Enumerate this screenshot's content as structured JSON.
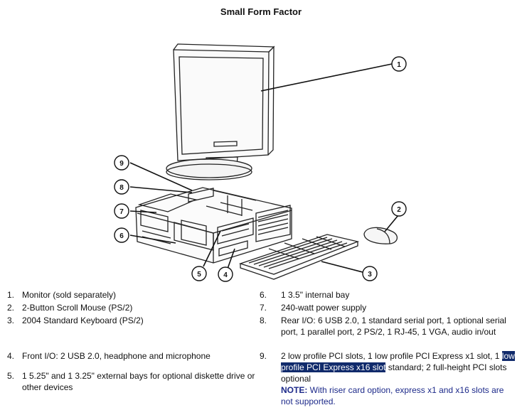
{
  "title": "Small Form Factor",
  "callouts": [
    "1",
    "2",
    "3",
    "4",
    "5",
    "6",
    "7",
    "8",
    "9"
  ],
  "items_left": [
    {
      "num": "1.",
      "text": "Monitor (sold separately)"
    },
    {
      "num": "2.",
      "text": "2-Button Scroll Mouse (PS/2)"
    },
    {
      "num": "3.",
      "text": "2004 Standard Keyboard (PS/2)"
    },
    {
      "num": "4.",
      "text": "Front I/O: 2 USB 2.0, headphone and microphone"
    },
    {
      "num": "5.",
      "text": "1 5.25\" and 1 3.25\" external bays for optional diskette drive or other devices"
    }
  ],
  "items_right": [
    {
      "num": "6.",
      "text": "1 3.5\" internal bay"
    },
    {
      "num": "7.",
      "text": "240-watt power supply"
    },
    {
      "num": "8.",
      "text": "Rear I/O: 6 USB 2.0, 1 standard serial port, 1 optional serial port, 1 parallel port, 2 PS/2, 1 RJ-45, 1 VGA, audio in/out"
    },
    {
      "num": "9.",
      "text_a": "2 low profile PCI slots, 1 low profile PCI Express x1 slot, 1 ",
      "text_highlight": "low profile PCI Express x16 slot",
      "text_b": " standard; 2 full-height PCI slots optional"
    }
  ],
  "note": {
    "label": "NOTE:",
    "text": " With riser card option, express x1 and x16 slots are not supported."
  }
}
